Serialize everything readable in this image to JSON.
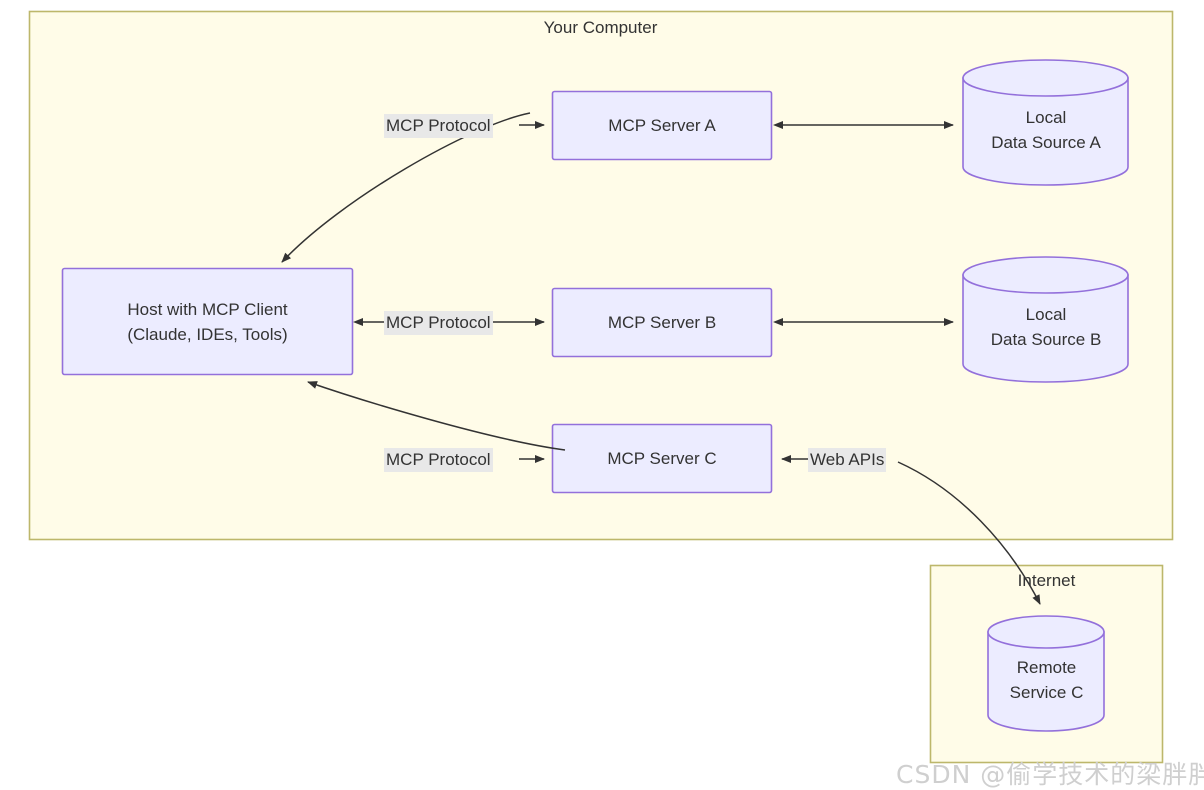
{
  "diagram": {
    "groups": [
      {
        "id": "your-computer",
        "title": "Your Computer"
      },
      {
        "id": "internet",
        "title": "Internet"
      }
    ],
    "nodes": [
      {
        "id": "host",
        "line1": "Host with MCP Client",
        "line2": "(Claude, IDEs, Tools)",
        "shape": "rect"
      },
      {
        "id": "server-a",
        "line1": "MCP Server A",
        "line2": "",
        "shape": "rect"
      },
      {
        "id": "server-b",
        "line1": "MCP Server B",
        "line2": "",
        "shape": "rect"
      },
      {
        "id": "server-c",
        "line1": "MCP Server C",
        "line2": "",
        "shape": "rect"
      },
      {
        "id": "data-source-a",
        "line1": "Local",
        "line2": "Data Source A",
        "shape": "cylinder"
      },
      {
        "id": "data-source-b",
        "line1": "Local",
        "line2": "Data Source B",
        "shape": "cylinder"
      },
      {
        "id": "remote-service-c",
        "line1": "Remote",
        "line2": "Service C",
        "shape": "cylinder"
      }
    ],
    "edge_labels": [
      {
        "id": "mcp-protocol-a",
        "text": "MCP Protocol"
      },
      {
        "id": "mcp-protocol-b",
        "text": "MCP Protocol"
      },
      {
        "id": "mcp-protocol-c",
        "text": "MCP Protocol"
      },
      {
        "id": "web-apis",
        "text": "Web APIs"
      }
    ],
    "colors": {
      "group_fill": "#fffce8",
      "group_stroke": "#bdb76b",
      "node_fill": "#ececff",
      "node_stroke": "#9370db",
      "edge_stroke": "#333333",
      "label_bg": "#e8e8e8",
      "text": "#333333",
      "watermark": "#cfcfcf"
    }
  },
  "watermark": {
    "text": "CSDN @偷学技术的梁胖胖yo"
  }
}
